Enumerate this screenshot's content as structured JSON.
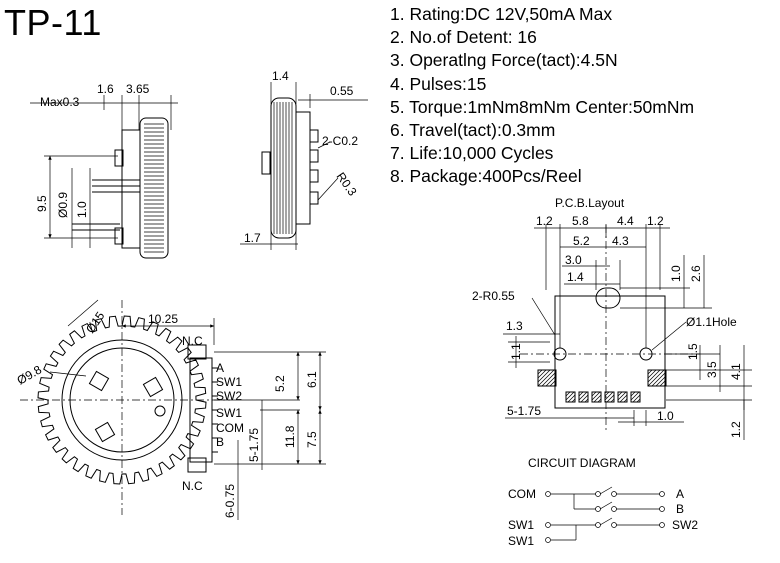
{
  "title": "TP-11",
  "specs": [
    "1. Rating:DC 12V,50mA Max",
    "2. No.of Detent: 16",
    "3. Operatlng Force(tact):4.5N",
    "4. Pulses:15",
    "5. Torque:1mNm8mNm Center:50mNm",
    "6. Travel(tact):0.3mm",
    "7. Life:10,000 Cycles",
    "8. Package:400Pcs/Reel"
  ],
  "side_view": {
    "max": "Max0.3",
    "d16": "1.6",
    "d365": "3.65",
    "d95": "9.5",
    "dia09": "Ø0.9",
    "d10": "1.0"
  },
  "front_view": {
    "d14": "1.4",
    "d055": "0.55",
    "c02": "2-C0.2",
    "r03": "R0.3",
    "d17": "1.7"
  },
  "top_view": {
    "dia15": "Ø15",
    "d1025": "10.25",
    "dia98": "Ø9.8",
    "nc_top": "N.C",
    "nc_bottom": "N.C",
    "pin_a": "A",
    "pin_sw1a": "SW1",
    "pin_sw2": "SW2",
    "pin_sw1b": "SW1",
    "pin_com": "COM",
    "pin_b": "B",
    "d52": "5.2",
    "d61": "6.1",
    "d118": "11.8",
    "d75": "7.5",
    "d5175": "5-1.75",
    "d6075": "6-0.75"
  },
  "pcb": {
    "title": "P.C.B.Layout",
    "d12a": "1.2",
    "d58": "5.8",
    "d44": "4.4",
    "d12b": "1.2",
    "d52": "5.2",
    "d43": "4.3",
    "d30": "3.0",
    "d14": "1.4",
    "d10v": "1.0",
    "d26": "2.6",
    "r055": "2-R0.55",
    "d13": "1.3",
    "hole": "Ø1.1Hole",
    "d11": "1.1",
    "d15": "1.5",
    "d35": "3.5",
    "d41": "4.1",
    "d5175": "5-1.75",
    "d10h": "1.0",
    "d12v": "1.2"
  },
  "circuit": {
    "title": "CIRCUIT DIAGRAM",
    "com": "COM",
    "a": "A",
    "b": "B",
    "sw1a": "SW1",
    "sw1b": "SW1",
    "sw2": "SW2"
  }
}
